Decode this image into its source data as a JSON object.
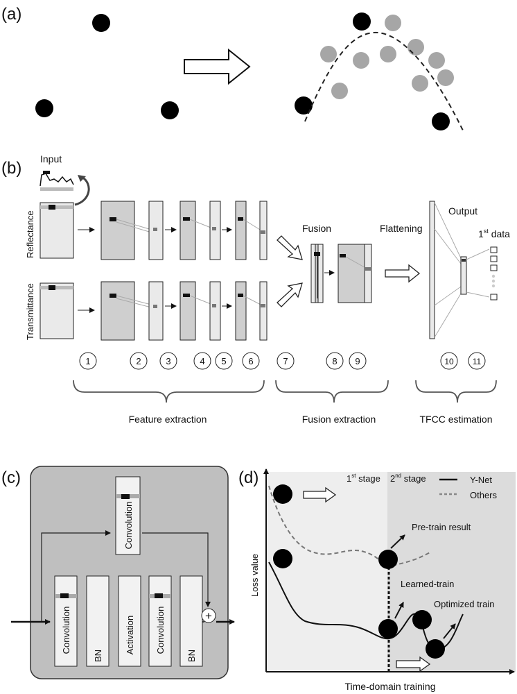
{
  "panels": {
    "a": {
      "label": "(a)"
    },
    "b": {
      "label": "(b)",
      "input_label": "Input",
      "row_labels": [
        "Reflectance",
        "Transmittance"
      ],
      "fusion_label": "Fusion",
      "flattening_label": "Flattening",
      "output_label": "Output",
      "first_data_main": "1",
      "first_data_sup": "st",
      "first_data_rest": " data",
      "step_numbers": [
        "1",
        "2",
        "3",
        "4",
        "5",
        "6",
        "7",
        "8",
        "9",
        "10",
        "11"
      ],
      "stage_labels": [
        "Feature extraction",
        "Fusion extraction",
        "TFCC estimation"
      ]
    },
    "c": {
      "label": "(c)",
      "block_labels": [
        "Convolution",
        "BN",
        "Activation",
        "Convolution",
        "BN"
      ],
      "skip_block_label": "Convolution",
      "add_symbol": "+"
    },
    "d": {
      "label": "(d)",
      "stage1_main": "1",
      "stage1_sup": "st",
      "stage1_rest": " stage",
      "stage2_main": "2",
      "stage2_sup": "nd",
      "stage2_rest": " stage",
      "legend": [
        {
          "name": "Y-Net",
          "style": "solid"
        },
        {
          "name": "Others",
          "style": "dashed"
        }
      ],
      "annotations": [
        "Pre-train result",
        "Learned-train",
        "Optimized train"
      ],
      "ylabel": "Loss value",
      "xlabel": "Time-domain training"
    }
  },
  "colors": {
    "ball_dark": "#000000",
    "ball_light": "#a6a6a6",
    "panel_c_bg": "#bfbfbf",
    "stage1_bg": "#eeeeee",
    "stage2_bg": "#dcdcdc"
  }
}
